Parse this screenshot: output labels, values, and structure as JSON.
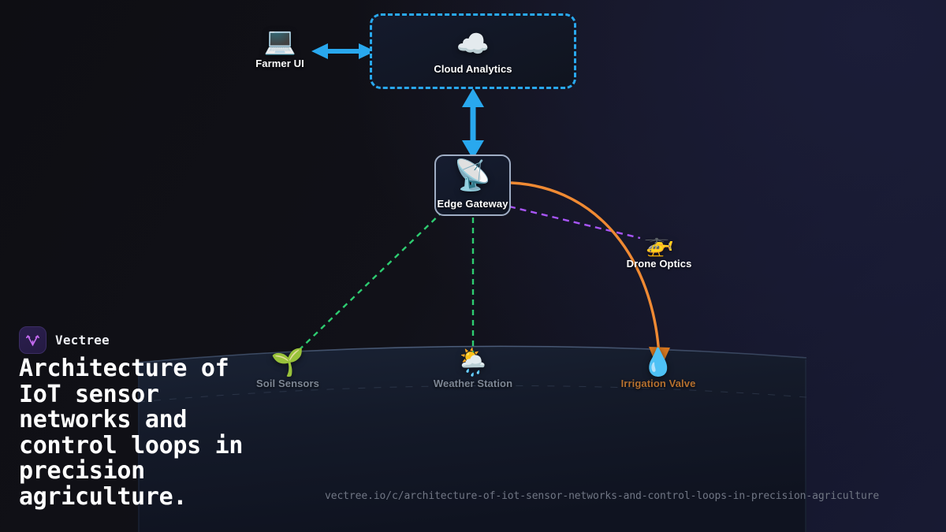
{
  "brand": {
    "name": "Vectree",
    "logo_icon": "vectree-branch-logo",
    "logo_bg": "#281c4c",
    "logo_glyph_color": "#c46bf0"
  },
  "headline": "Architecture of\nIoT sensor\nnetworks and\ncontrol loops in\nprecision\nagriculture.",
  "footer": {
    "url": "vectree.io/c/architecture-of-iot-sensor-networks-and-control-loops-in-precision-agriculture"
  },
  "diagram": {
    "nodes": [
      {
        "id": "farmer-ui",
        "label": "Farmer UI",
        "icon": "laptop-icon",
        "emoji": "💻",
        "label_color": "#ffffff",
        "boxed": false
      },
      {
        "id": "cloud-analytics",
        "label": "Cloud Analytics",
        "icon": "cloud-icon",
        "emoji": "☁️",
        "label_color": "#ffffff",
        "boxed": true,
        "border_style": "dashed",
        "border_color": "#29a8ee"
      },
      {
        "id": "edge-gateway",
        "label": "Edge Gateway",
        "icon": "satellite-dish-icon",
        "emoji": "📡",
        "label_color": "#ffffff",
        "boxed": true,
        "border_style": "solid",
        "border_color": "#9fadc4"
      },
      {
        "id": "drone-optics",
        "label": "Drone Optics",
        "icon": "helicopter-icon",
        "emoji": "🚁",
        "label_color": "#ffffff",
        "boxed": false
      },
      {
        "id": "soil-sensors",
        "label": "Soil Sensors",
        "icon": "seedling-icon",
        "emoji": "🌱",
        "label_color": "#7d8694",
        "boxed": false
      },
      {
        "id": "weather-station",
        "label": "Weather Station",
        "icon": "sun-behind-rain-cloud-icon",
        "emoji": "🌦️",
        "label_color": "#7d8694",
        "boxed": false
      },
      {
        "id": "irrigation-valve",
        "label": "Irrigation Valve",
        "icon": "droplet-icon",
        "emoji": "💧",
        "label_color": "#b5702f",
        "boxed": false
      }
    ],
    "edges": [
      {
        "from": "farmer-ui",
        "to": "cloud-analytics",
        "style": "solid",
        "color": "#29a8ee",
        "arrows": "both"
      },
      {
        "from": "cloud-analytics",
        "to": "edge-gateway",
        "style": "solid",
        "color": "#29a8ee",
        "arrows": "both"
      },
      {
        "from": "edge-gateway",
        "to": "soil-sensors",
        "style": "dashed",
        "color": "#2ecc71",
        "arrows": "none"
      },
      {
        "from": "edge-gateway",
        "to": "weather-station",
        "style": "dashed",
        "color": "#2ecc71",
        "arrows": "none"
      },
      {
        "from": "edge-gateway",
        "to": "drone-optics",
        "style": "dashed",
        "color": "#a855f7",
        "arrows": "none"
      },
      {
        "from": "edge-gateway",
        "to": "irrigation-valve",
        "style": "curved-solid",
        "color": "#f08a33",
        "arrows": "end"
      }
    ],
    "field_panel": {
      "label": "field-ground-panel",
      "fill": "#161d2c",
      "edge_color": "#2a3750"
    }
  },
  "colors": {
    "background_dark": "#101018",
    "background_navy": "#1b1d38",
    "accent_blue": "#29a8ee",
    "accent_green": "#2ecc71",
    "accent_purple": "#a855f7",
    "accent_orange": "#f08a33"
  }
}
